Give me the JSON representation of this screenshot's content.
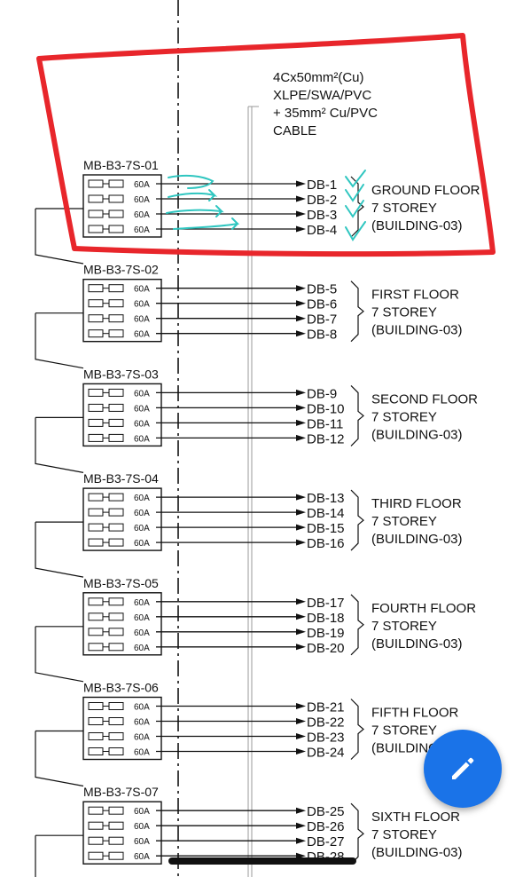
{
  "cable_note": [
    "4Cx50mm²(Cu)",
    "XLPE/SWA/PVC",
    "+ 35mm² Cu/PVC",
    "CABLE"
  ],
  "panels": [
    {
      "name": "MB-B3-7S-01",
      "ratings": [
        "60A",
        "60A",
        "60A",
        "60A"
      ],
      "outputs": [
        "DB-1",
        "DB-2",
        "DB-3",
        "DB-4"
      ],
      "floor": [
        "GROUND FLOOR",
        "7 STOREY",
        "(BUILDING-03)"
      ]
    },
    {
      "name": "MB-B3-7S-02",
      "ratings": [
        "60A",
        "60A",
        "60A",
        "60A"
      ],
      "outputs": [
        "DB-5",
        "DB-6",
        "DB-7",
        "DB-8"
      ],
      "floor": [
        "FIRST FLOOR",
        "7 STOREY",
        "(BUILDING-03)"
      ]
    },
    {
      "name": "MB-B3-7S-03",
      "ratings": [
        "60A",
        "60A",
        "60A",
        "60A"
      ],
      "outputs": [
        "DB-9",
        "DB-10",
        "DB-11",
        "DB-12"
      ],
      "floor": [
        "SECOND FLOOR",
        "7 STOREY",
        "(BUILDING-03)"
      ]
    },
    {
      "name": "MB-B3-7S-04",
      "ratings": [
        "60A",
        "60A",
        "60A",
        "60A"
      ],
      "outputs": [
        "DB-13",
        "DB-14",
        "DB-15",
        "DB-16"
      ],
      "floor": [
        "THIRD FLOOR",
        "7 STOREY",
        "(BUILDING-03)"
      ]
    },
    {
      "name": "MB-B3-7S-05",
      "ratings": [
        "60A",
        "60A",
        "60A",
        "60A"
      ],
      "outputs": [
        "DB-17",
        "DB-18",
        "DB-19",
        "DB-20"
      ],
      "floor": [
        "FOURTH FLOOR",
        "7 STOREY",
        "(BUILDING-03)"
      ]
    },
    {
      "name": "MB-B3-7S-06",
      "ratings": [
        "60A",
        "60A",
        "60A",
        "60A"
      ],
      "outputs": [
        "DB-21",
        "DB-22",
        "DB-23",
        "DB-24"
      ],
      "floor": [
        "FIFTH  FLOOR",
        "7 STOREY",
        "(BUILDING-03)"
      ]
    },
    {
      "name": "MB-B3-7S-07",
      "ratings": [
        "60A",
        "60A",
        "60A",
        "60A"
      ],
      "outputs": [
        "DB-25",
        "DB-26",
        "DB-27",
        "DB-28"
      ],
      "floor": [
        "SIXTH FLOOR",
        "7 STOREY",
        "(BUILDING-03)"
      ]
    }
  ],
  "highlight": {
    "color": "#e8262b",
    "check_color": "#2fc6c0"
  },
  "fab": {
    "icon": "pencil-edit-icon",
    "color": "#1a73e8"
  }
}
